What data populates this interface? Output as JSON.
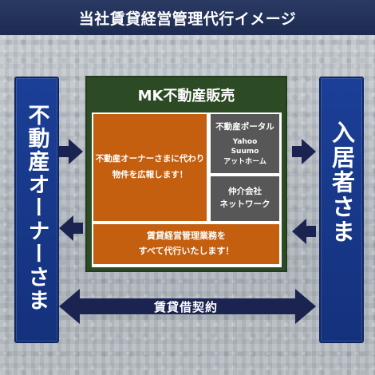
{
  "header": {
    "title": "当社賃貸経営管理代行イメージ"
  },
  "left": {
    "label": "不動産オーナーさま"
  },
  "right": {
    "label": "入居者さま"
  },
  "company": {
    "name": "MK不動産販売",
    "owner_service": {
      "line1": "不動産オーナーさまに代わり",
      "line2": "物件を広報します！"
    },
    "portal": {
      "title": "不動産ポータル",
      "sites": [
        "Yahoo",
        "Suumo",
        "アットホーム"
      ]
    },
    "agent": {
      "line1": "仲介会社",
      "line2": "ネットワーク"
    },
    "management": {
      "line1": "賃貸経営管理業務を",
      "line2": "すべて代行いたします！"
    }
  },
  "agreement": {
    "label": "賃貸借契約"
  },
  "colors": {
    "header": "#1d2b52",
    "side_box": "#14317c",
    "company": "#2c4a24",
    "service_orange": "#c45f0f",
    "service_gray": "#575757",
    "arrow": "#1b2450"
  }
}
